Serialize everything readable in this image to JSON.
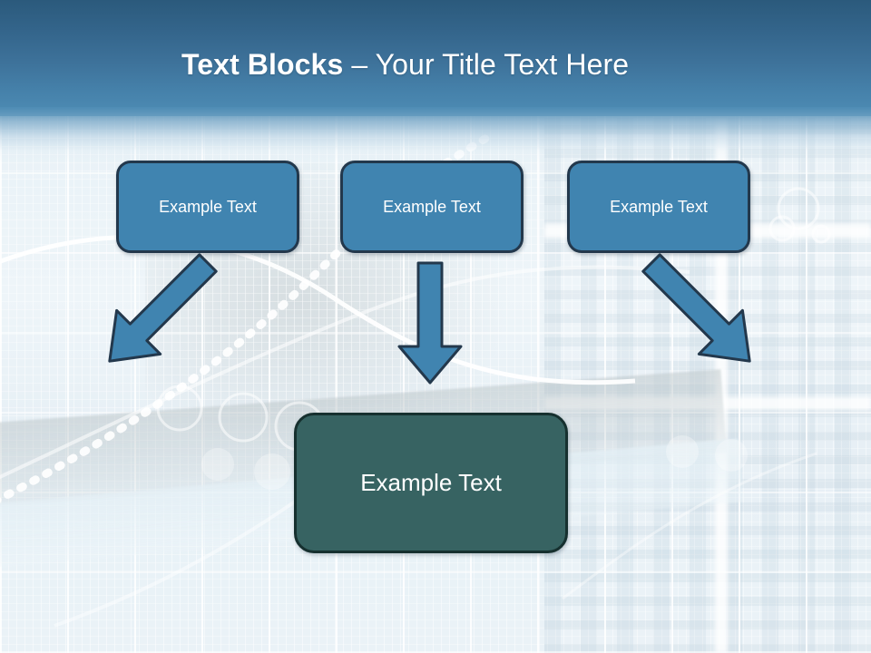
{
  "slide": {
    "title": {
      "bold_part": "Text Blocks ",
      "normal_part": "– Your Title Text Here"
    },
    "colors": {
      "header_top": "#2b5a7c",
      "header_bottom": "#4e8cb4",
      "box_blue_fill": "#4084b0",
      "box_blue_border": "#23384c",
      "box_teal_fill": "#376362",
      "box_teal_border": "#16302f",
      "arrow_fill": "#4084b0",
      "arrow_border": "#23384c",
      "text_light": "#ffffff",
      "background": "#e9f2f7"
    }
  },
  "diagram": {
    "top_nodes": [
      {
        "label": "Example Text"
      },
      {
        "label": "Example Text"
      },
      {
        "label": "Example Text"
      }
    ],
    "bottom_node": {
      "label": "Example Text"
    },
    "connectors": [
      {
        "name": "arrow-left-diagonal",
        "direction": "down-right"
      },
      {
        "name": "arrow-middle-vertical",
        "direction": "down"
      },
      {
        "name": "arrow-right-diagonal",
        "direction": "down-left"
      }
    ]
  }
}
